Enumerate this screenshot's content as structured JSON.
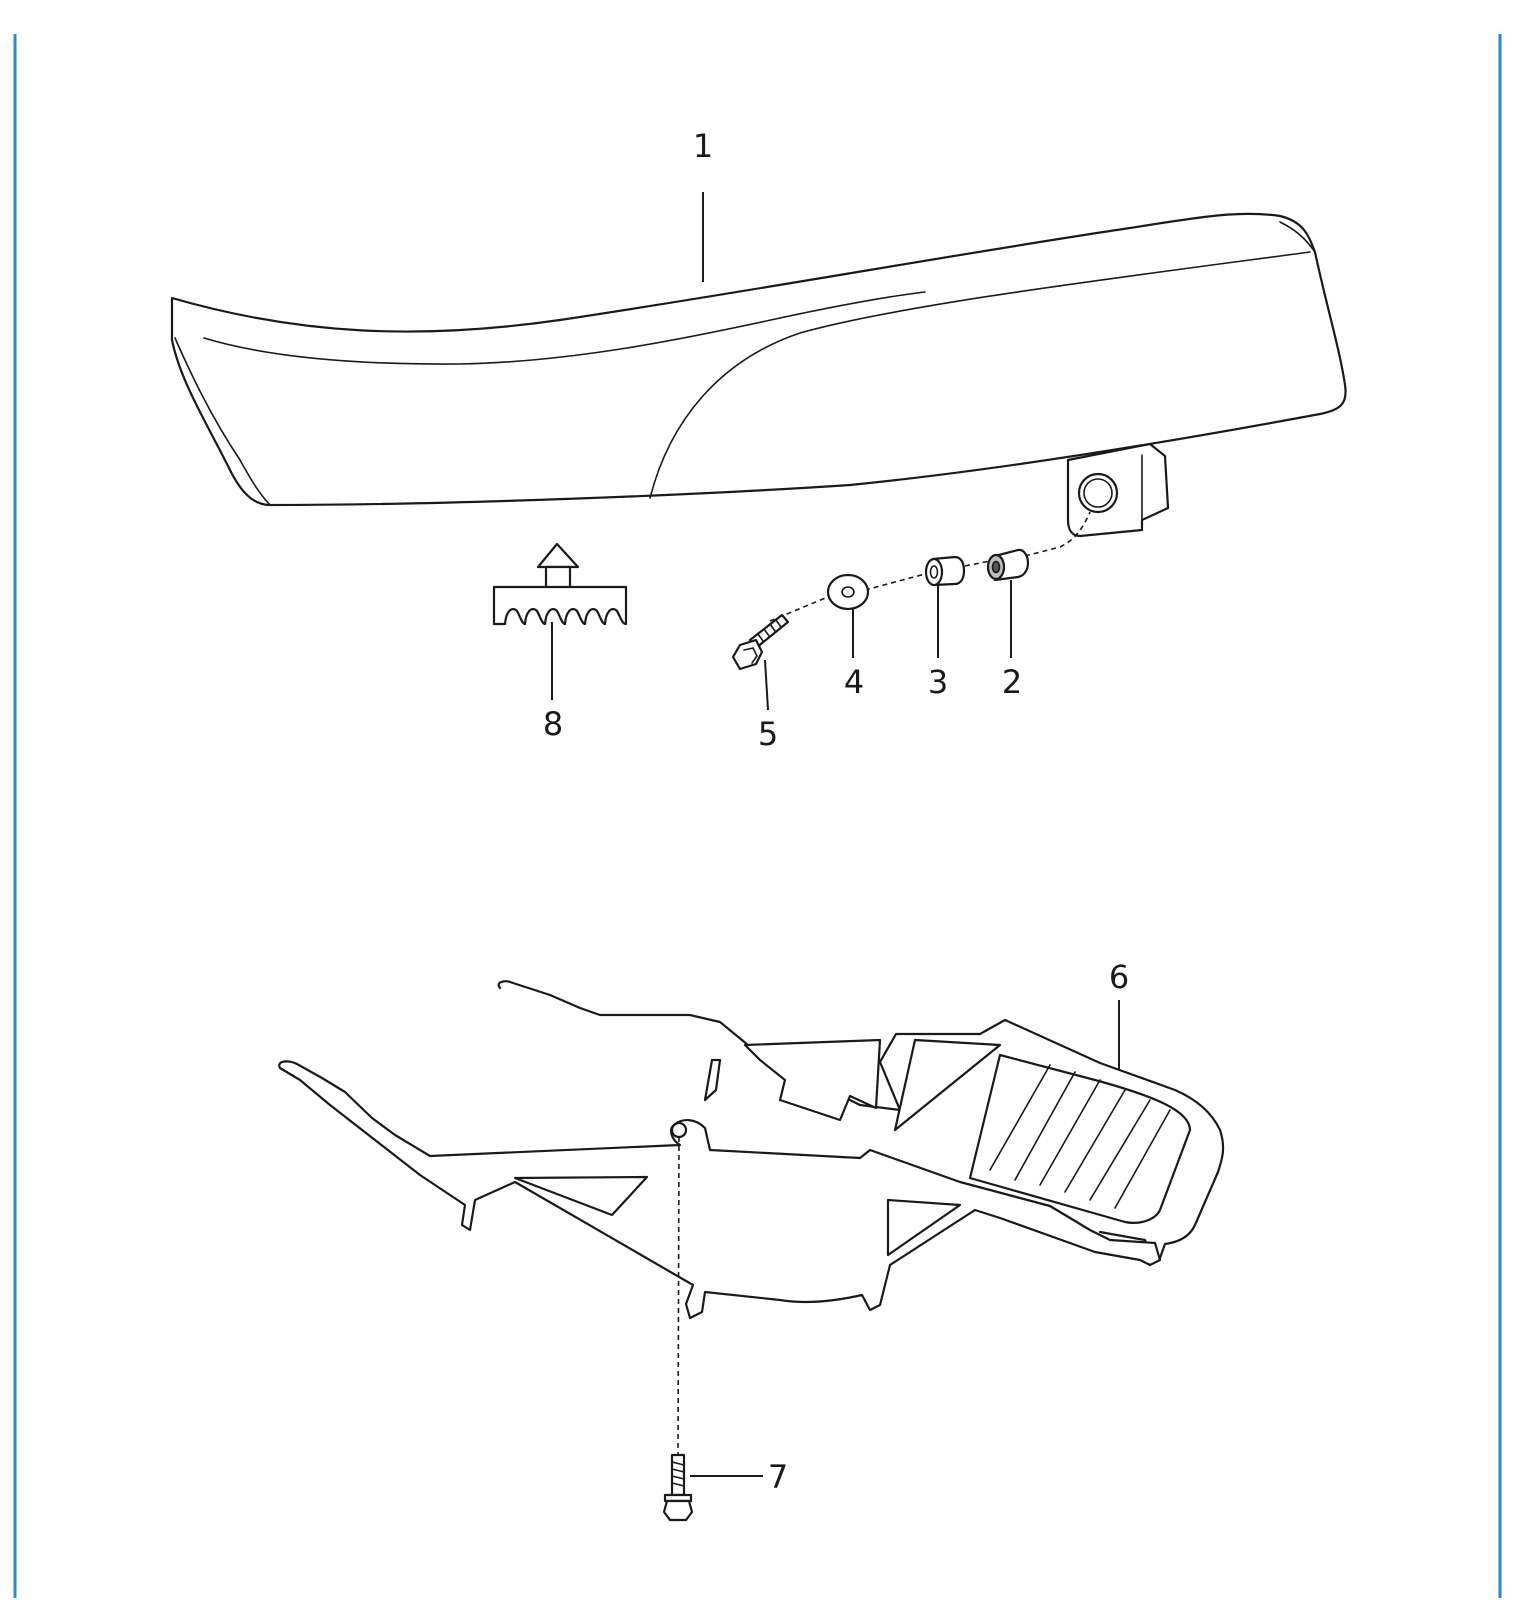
{
  "colors": {
    "border": "#2b8ad6",
    "line": "#1a1a1a",
    "background": "#ffffff"
  },
  "callouts": {
    "c1": "1",
    "c2": "2",
    "c3": "3",
    "c4": "4",
    "c5": "5",
    "c6": "6",
    "c7": "7",
    "c8": "8"
  }
}
